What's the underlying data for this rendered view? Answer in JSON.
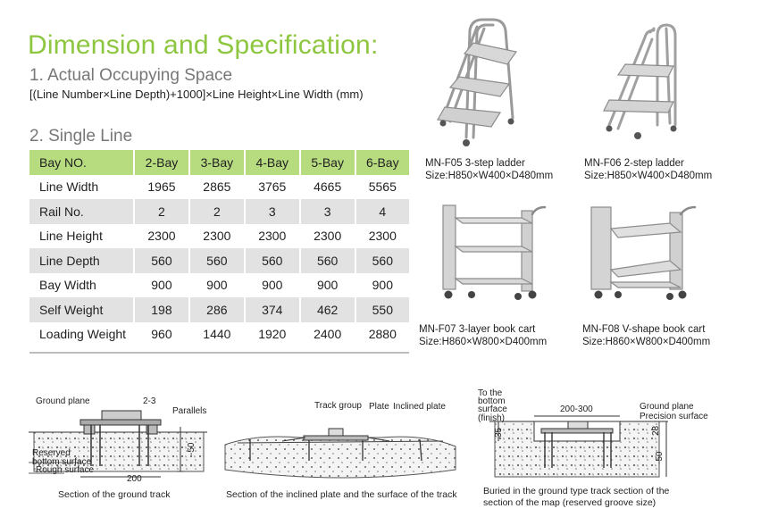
{
  "heading": "Dimension and Specification:",
  "section1": {
    "title": "1. Actual Occupying Space",
    "formula": "[(Line Number×Line Depth)+1000]×Line Height×Line Width (mm)"
  },
  "section2": {
    "title": "2. Single Line",
    "table": {
      "header": [
        "Bay NO.",
        "2-Bay",
        "3-Bay",
        "4-Bay",
        "5-Bay",
        "6-Bay"
      ],
      "rows": [
        [
          "Line Width",
          "1965",
          "2865",
          "3765",
          "4665",
          "5565"
        ],
        [
          "Rail No.",
          "2",
          "2",
          "3",
          "3",
          "4"
        ],
        [
          "Line Height",
          "2300",
          "2300",
          "2300",
          "2300",
          "2300"
        ],
        [
          "Line Depth",
          "560",
          "560",
          "560",
          "560",
          "560"
        ],
        [
          "Bay Width",
          "900",
          "900",
          "900",
          "900",
          "900"
        ],
        [
          "Self Weight",
          "198",
          "286",
          "374",
          "462",
          "550"
        ],
        [
          "Loading Weight",
          "960",
          "1440",
          "1920",
          "2400",
          "2880"
        ]
      ]
    }
  },
  "products": [
    {
      "name": "MN-F05 3-step ladder",
      "size": "Size:H850×W400×D480mm",
      "icon": "three-step-ladder-icon"
    },
    {
      "name": "MN-F06 2-step ladder",
      "size": "Size:H850×W400×D480mm",
      "icon": "two-step-ladder-icon"
    },
    {
      "name": "MN-F07 3-layer book cart",
      "size": "Size:H860×W800×D400mm",
      "icon": "three-layer-book-cart-icon"
    },
    {
      "name": "MN-F08 V-shape book cart",
      "size": "Size:H860×W800×D400mm",
      "icon": "v-shape-book-cart-icon"
    }
  ],
  "sections": [
    {
      "caption": "Section of the ground track",
      "labels": {
        "ground_plane": "Ground plane",
        "gap": "2-3",
        "parallels": "Parallels",
        "reserved": "Reserved",
        "bottom_surface": "bottom surface",
        "rough_surface": "Rough surface",
        "width": "200",
        "depth": "-50"
      }
    },
    {
      "caption": "Section of the inclined plate and the surface of the track",
      "labels": {
        "track_group": "Track group",
        "plate": "Plate",
        "inclined_plate": "Inclined plate"
      }
    },
    {
      "caption_line1": "Buried in the ground type track section of the",
      "caption_line2": "section of the map (reserved groove size)",
      "labels": {
        "to_the": "To the",
        "bottom": "bottom",
        "surface": "surface",
        "finish": "(finish)",
        "width": "200-300",
        "ground_plane": "Ground plane",
        "precision_surface": "Precision surface",
        "left_dim": "35",
        "right_dim": "28",
        "depth": "-50"
      }
    }
  ]
}
